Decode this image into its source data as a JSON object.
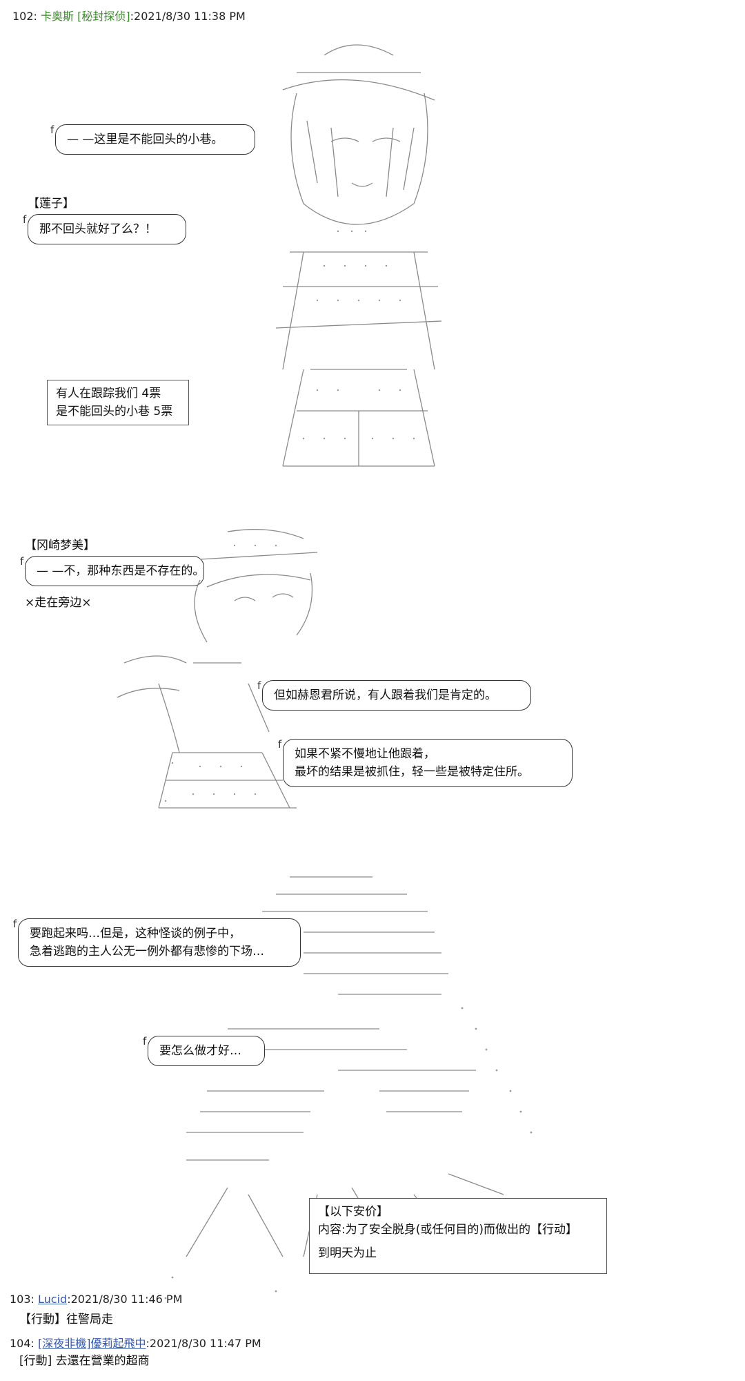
{
  "posts": [
    {
      "num": "102",
      "name": "卡奥斯",
      "trip": "[秘封探侦]",
      "time": "2021/8/30 11:38 PM"
    },
    {
      "num": "103",
      "name": "Lucid",
      "time": "2021/8/30 11:46 PM",
      "body": "【行動】往警局走"
    },
    {
      "num": "104",
      "name": "[深夜非機]優莉起飛中",
      "time": "2021/8/30 11:47 PM",
      "body": "[行動] 去還在營業的超商"
    }
  ],
  "scene1": {
    "bubble1": "— —这里是不能回头的小巷。",
    "speaker2": "【莲子】",
    "bubble2": "那不回头就好了么？！",
    "vote": [
      "有人在跟踪我们  4票",
      "是不能回头的小巷 5票"
    ]
  },
  "scene2": {
    "speaker": "【冈崎梦美】",
    "bubble1": "— —不，那种东西是不存在的。",
    "side_note": "×走在旁边×",
    "bubble2": "但如赫恩君所说，有人跟着我们是肯定的。",
    "bubble3": [
      "如果不紧不慢地让他跟着，",
      "最坏的结果是被抓住，轻一些是被特定住所。"
    ]
  },
  "scene3": {
    "bubble1": [
      "要跑起来吗…但是，这种怪谈的例子中，",
      "急着逃跑的主人公无一例外都有悲惨的下场…"
    ],
    "bubble2": "要怎么做才好…",
    "anka": {
      "title": "【以下安价】",
      "content": "内容:为了安全脱身(或任何目的)而做出的【行动】",
      "until": "到明天为止"
    }
  },
  "colors": {
    "green_name": "#3a8a2a",
    "blue_name": "#3557b0"
  }
}
